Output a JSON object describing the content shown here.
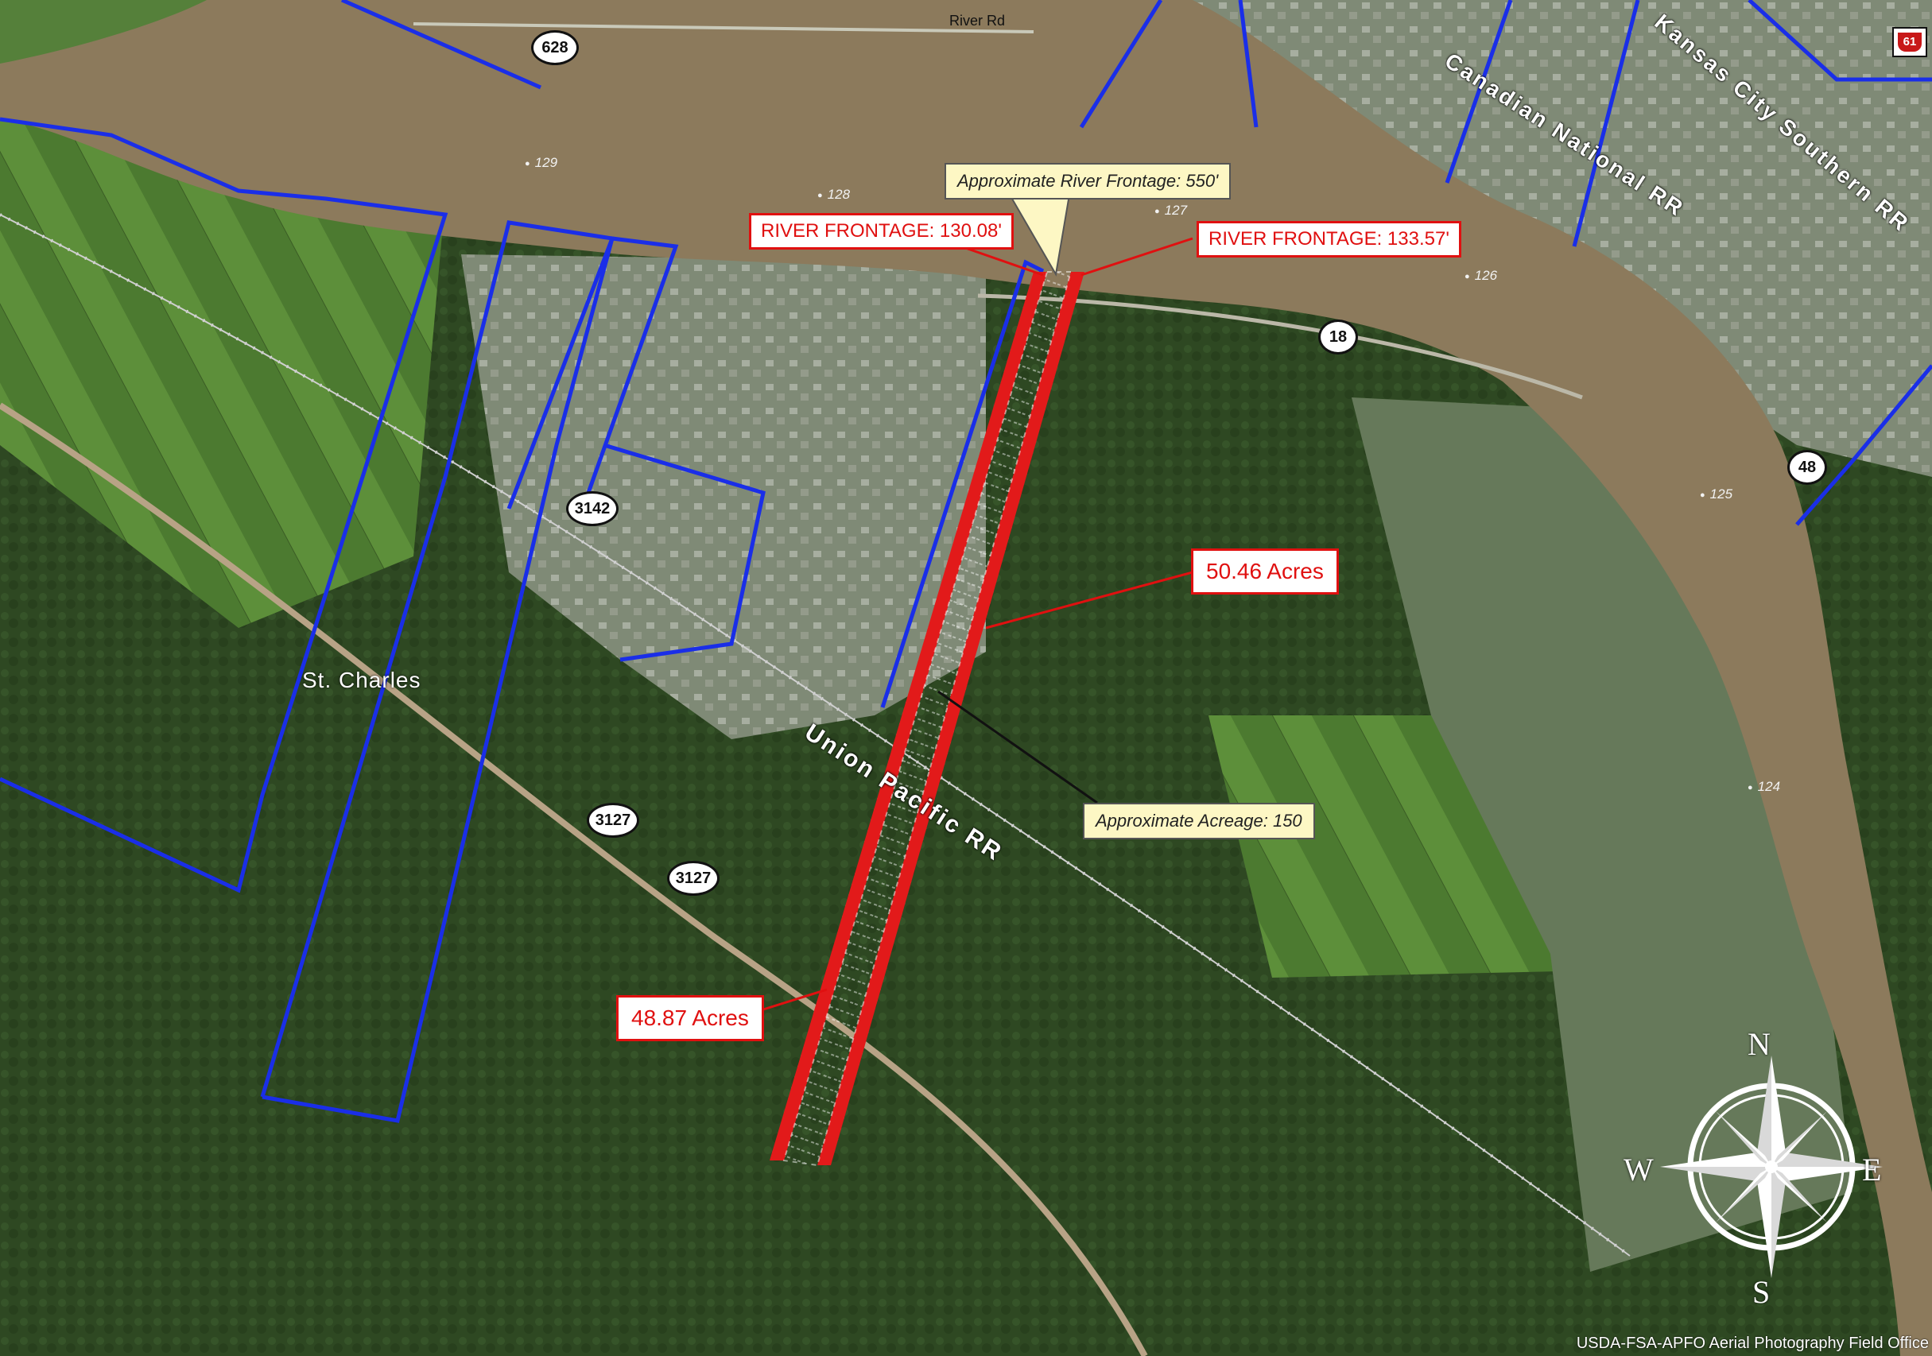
{
  "map": {
    "parcel_labels": {
      "acres_east": "50.46 Acres",
      "acres_west": "48.87 Acres",
      "frontage_west": "RIVER FRONTAGE: 130.08'",
      "frontage_east": "RIVER FRONTAGE: 133.57'",
      "approx_frontage": "Approximate River Frontage: 550'",
      "approx_acreage": "Approximate Acreage: 150"
    },
    "routes": {
      "r628": "628",
      "r3142": "3142",
      "r3127_a": "3127",
      "r3127_b": "3127",
      "r18": "18",
      "r48": "48",
      "us61": "61"
    },
    "place_labels": {
      "parish": "St. Charles",
      "river_road": "River Rd"
    },
    "railroads": {
      "union_pacific": "Union Pacific RR",
      "canadian_national": "Canadian National RR",
      "kansas_city_southern": "Kansas City Southern RR"
    },
    "river_miles": [
      "129",
      "128",
      "127",
      "126",
      "125",
      "124"
    ],
    "compass": {
      "n": "N",
      "s": "S",
      "e": "E",
      "w": "W"
    },
    "credit": "USDA-FSA-APFO Aerial Photography Field Office",
    "colors": {
      "river": "#8c7a5c",
      "parcel_outline": "#1a2ee8",
      "subject_tract": "#e21a1a",
      "forest": "#2f4a22",
      "field": "#5f8a3a"
    }
  }
}
